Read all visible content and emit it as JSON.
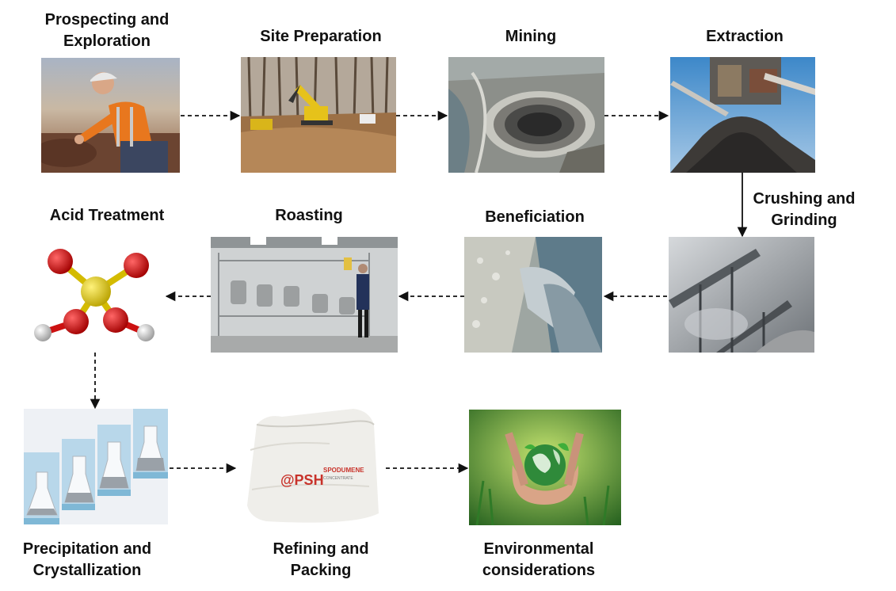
{
  "steps": {
    "prospecting": "Prospecting and Exploration",
    "site_preparation": "Site Preparation",
    "mining": "Mining",
    "extraction": "Extraction",
    "crushing": "Crushing and Grinding",
    "beneficiation": "Beneficiation",
    "roasting": "Roasting",
    "acid_treatment": "Acid Treatment",
    "precipitation": "Precipitation and Crystallization",
    "refining": "Refining and Packing",
    "environmental": "Environmental considerations"
  },
  "bag_text": {
    "brand": "@PSH",
    "product": "SPODUMENE",
    "sub": "CONCENTRATE"
  },
  "colors": {
    "text": "#111111",
    "arrow": "#111111"
  }
}
